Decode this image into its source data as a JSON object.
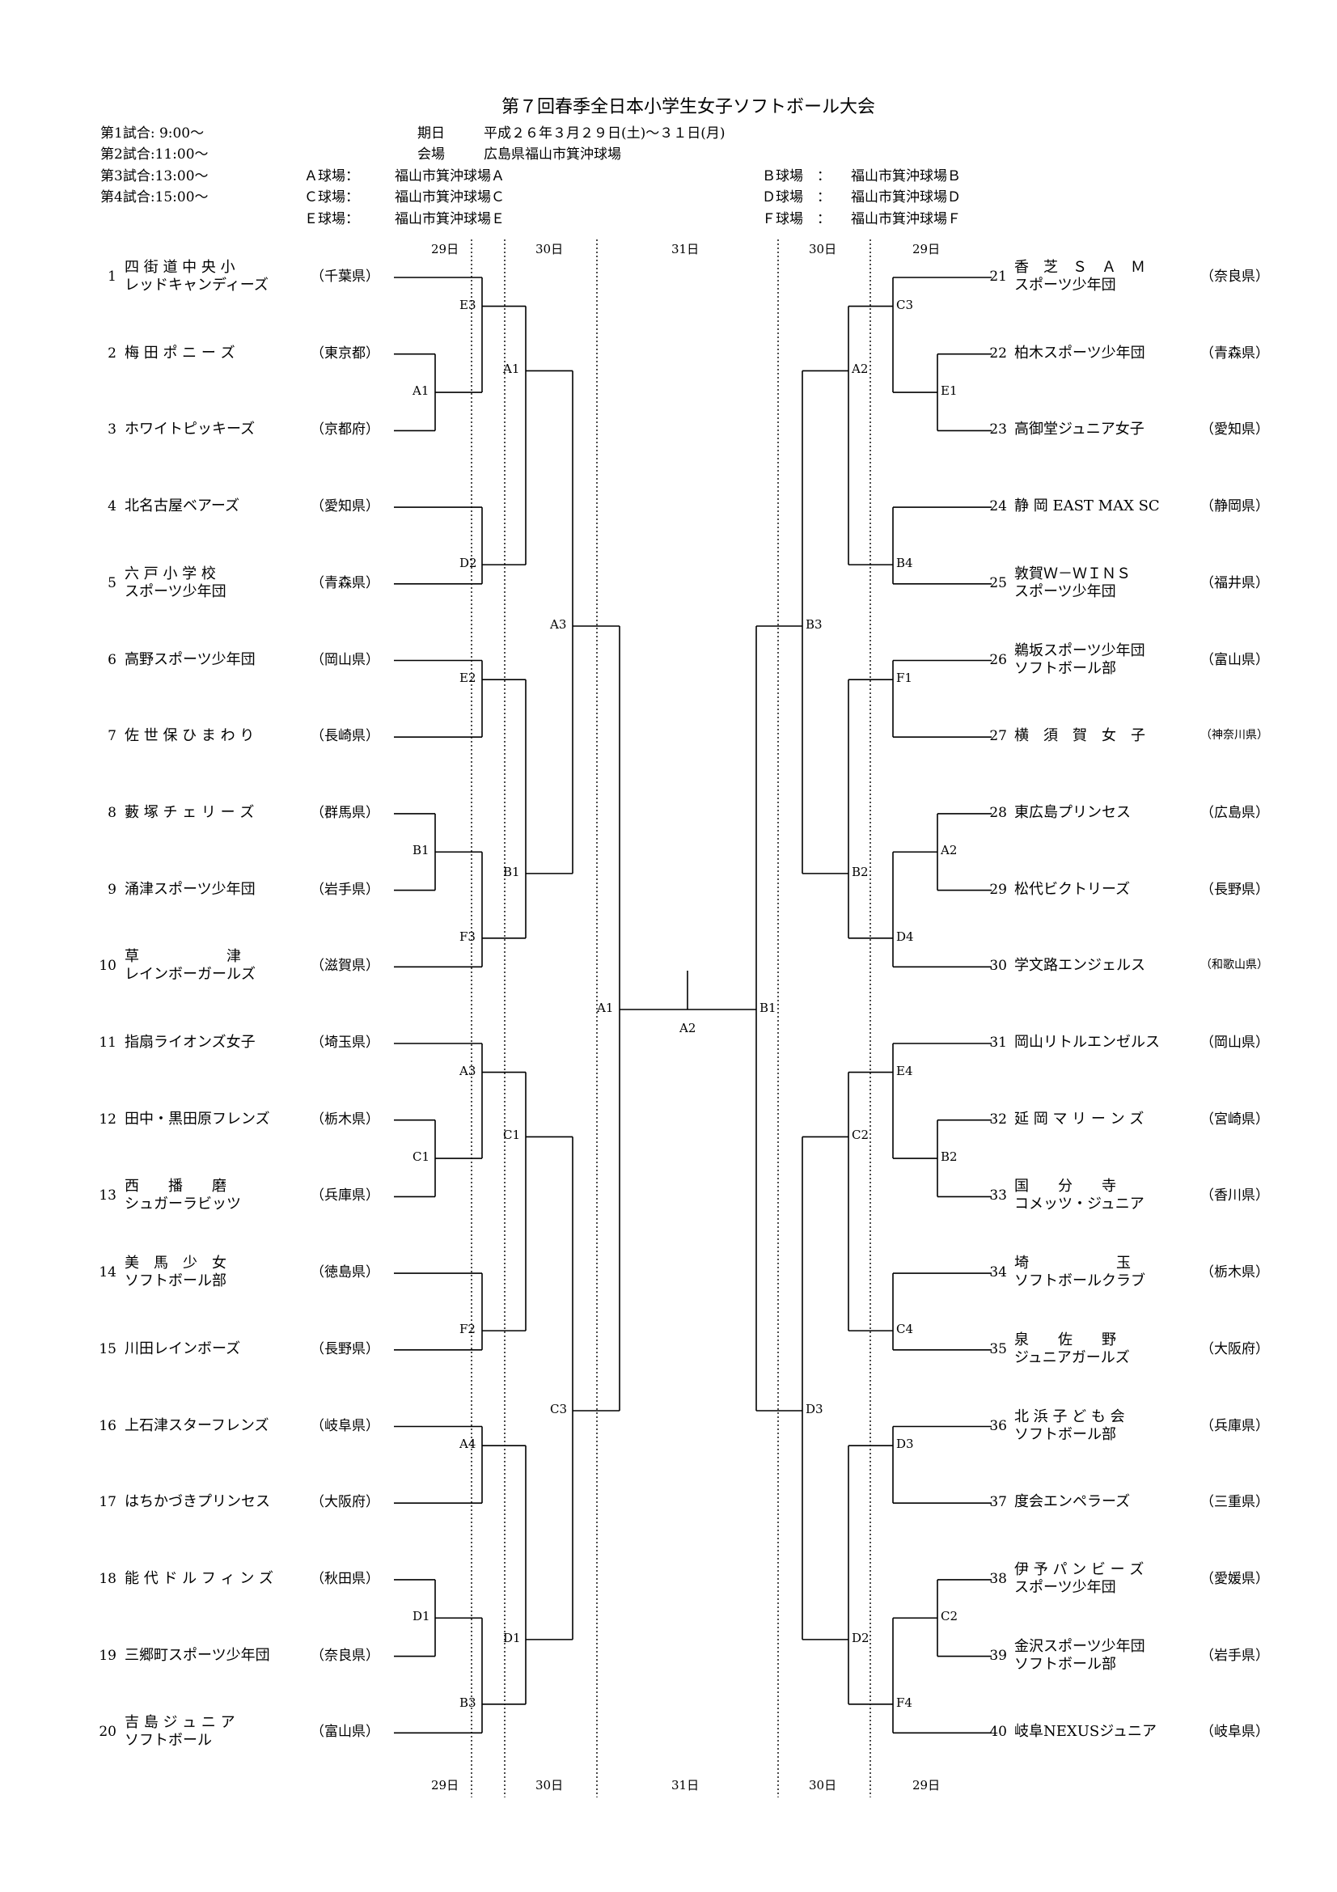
{
  "header": {
    "title": "第７回春季全日本小学生女子ソフトボール大会",
    "schedule": [
      "第1試合: 9:00～",
      "第2試合:11:00～",
      "第3試合:13:00～",
      "第4試合:15:00～"
    ],
    "date_label": "期日",
    "date_value": "平成２６年３月２９日(土)～３１日(月)",
    "venue_label": "会場",
    "venue_value": "広島県福山市箕沖球場",
    "fields": [
      {
        "label": "Ａ球場：",
        "value": "福山市箕沖球場Ａ"
      },
      {
        "label": "Ｃ球場：",
        "value": "福山市箕沖球場Ｃ"
      },
      {
        "label": "Ｅ球場：",
        "value": "福山市箕沖球場Ｅ"
      },
      {
        "label": "Ｂ球場　：",
        "value": "福山市箕沖球場Ｂ"
      },
      {
        "label": "Ｄ球場　：",
        "value": "福山市箕沖球場Ｄ"
      },
      {
        "label": "Ｆ球場　：",
        "value": "福山市箕沖球場Ｆ"
      }
    ]
  },
  "days": [
    "29日",
    "30日",
    "31日",
    "30日",
    "29日"
  ],
  "teams_left": [
    {
      "no": "1",
      "name": [
        "四 街 道 中 央 小",
        "レッドキャンディーズ"
      ],
      "pref": "（千葉県）"
    },
    {
      "no": "2",
      "name": [
        "梅 田 ポ ニ ー ズ"
      ],
      "pref": "（東京都）"
    },
    {
      "no": "3",
      "name": [
        "ホワイトピッキーズ"
      ],
      "pref": "（京都府）"
    },
    {
      "no": "4",
      "name": [
        "北名古屋ベアーズ"
      ],
      "pref": "（愛知県）"
    },
    {
      "no": "5",
      "name": [
        "六 戸 小 学 校",
        "スポーツ少年団"
      ],
      "pref": "（青森県）"
    },
    {
      "no": "6",
      "name": [
        "高野スポーツ少年団"
      ],
      "pref": "（岡山県）"
    },
    {
      "no": "7",
      "name": [
        "佐 世 保 ひ ま わ り"
      ],
      "pref": "（長崎県）"
    },
    {
      "no": "8",
      "name": [
        "藪 塚 チ ェ リ ー ズ"
      ],
      "pref": "（群馬県）"
    },
    {
      "no": "9",
      "name": [
        "涌津スポーツ少年団"
      ],
      "pref": "（岩手県）"
    },
    {
      "no": "10",
      "name": [
        "草　　　　　　津",
        "レインボーガールズ"
      ],
      "pref": "（滋賀県）"
    },
    {
      "no": "11",
      "name": [
        "指扇ライオンズ女子"
      ],
      "pref": "（埼玉県）"
    },
    {
      "no": "12",
      "name": [
        "田中・黒田原フレンズ"
      ],
      "pref": "（栃木県）"
    },
    {
      "no": "13",
      "name": [
        "西　　播　　磨",
        "シュガーラビッツ"
      ],
      "pref": "（兵庫県）"
    },
    {
      "no": "14",
      "name": [
        "美　馬　少　女",
        "ソフトボール部"
      ],
      "pref": "（徳島県）"
    },
    {
      "no": "15",
      "name": [
        "川田レインボーズ"
      ],
      "pref": "（長野県）"
    },
    {
      "no": "16",
      "name": [
        "上石津スターフレンズ"
      ],
      "pref": "（岐阜県）"
    },
    {
      "no": "17",
      "name": [
        "はちかづきプリンセス"
      ],
      "pref": "（大阪府）"
    },
    {
      "no": "18",
      "name": [
        "能 代 ド ル フ ィ ン ズ"
      ],
      "pref": "（秋田県）"
    },
    {
      "no": "19",
      "name": [
        "三郷町スポーツ少年団"
      ],
      "pref": "（奈良県）"
    },
    {
      "no": "20",
      "name": [
        "吉 島 ジ ュ ニ ア",
        "ソフトボール"
      ],
      "pref": "（富山県）"
    }
  ],
  "teams_right": [
    {
      "no": "21",
      "name": [
        "香　芝　Ｓ　Ａ　Ｍ",
        "スポーツ少年団"
      ],
      "pref": "（奈良県）"
    },
    {
      "no": "22",
      "name": [
        "柏木スポーツ少年団"
      ],
      "pref": "（青森県）"
    },
    {
      "no": "23",
      "name": [
        "高御堂ジュニア女子"
      ],
      "pref": "（愛知県）"
    },
    {
      "no": "24",
      "name": [
        "静 岡 EAST MAX SC"
      ],
      "pref": "（静岡県）"
    },
    {
      "no": "25",
      "name": [
        "敦賀Ｗ－ＷＩＮＳ",
        "スポーツ少年団"
      ],
      "pref": "（福井県）"
    },
    {
      "no": "26",
      "name": [
        "鵜坂スポーツ少年団",
        "ソフトボール部"
      ],
      "pref": "（富山県）"
    },
    {
      "no": "27",
      "name": [
        "横　須　賀　女　子"
      ],
      "pref": "（神奈川県）"
    },
    {
      "no": "28",
      "name": [
        "東広島プリンセス"
      ],
      "pref": "（広島県）"
    },
    {
      "no": "29",
      "name": [
        "松代ビクトリーズ"
      ],
      "pref": "（長野県）"
    },
    {
      "no": "30",
      "name": [
        "学文路エンジェルス"
      ],
      "pref": "（和歌山県）"
    },
    {
      "no": "31",
      "name": [
        "岡山リトルエンゼルス"
      ],
      "pref": "（岡山県）"
    },
    {
      "no": "32",
      "name": [
        "延 岡 マ リ ー ン ズ"
      ],
      "pref": "（宮崎県）"
    },
    {
      "no": "33",
      "name": [
        "国　　分　　寺",
        "コメッツ・ジュニア"
      ],
      "pref": "（香川県）"
    },
    {
      "no": "34",
      "name": [
        "埼　　　　　　玉",
        "ソフトボールクラブ"
      ],
      "pref": "（栃木県）"
    },
    {
      "no": "35",
      "name": [
        "泉　　佐　　野",
        "ジュニアガールズ"
      ],
      "pref": "（大阪府）"
    },
    {
      "no": "36",
      "name": [
        "北 浜 子 ど も 会",
        "ソフトボール部"
      ],
      "pref": "（兵庫県）"
    },
    {
      "no": "37",
      "name": [
        "度会エンペラーズ"
      ],
      "pref": "（三重県）"
    },
    {
      "no": "38",
      "name": [
        "伊 予 パ ン ビ ー ズ",
        "スポーツ少年団"
      ],
      "pref": "（愛媛県）"
    },
    {
      "no": "39",
      "name": [
        "金沢スポーツ少年団",
        "ソフトボール部"
      ],
      "pref": "（岩手県）"
    },
    {
      "no": "40",
      "name": [
        "岐阜NEXUSジュニア"
      ],
      "pref": "（岐阜県）"
    }
  ],
  "match_codes_left": {
    "r1": [
      "A1",
      "B1",
      "C1",
      "D1"
    ],
    "r2": [
      "E3",
      "D2",
      "E2",
      "F3",
      "A3",
      "F2",
      "A4",
      "B3"
    ],
    "r3": [
      "A1",
      "B1",
      "C1",
      "D1"
    ],
    "r4": [
      "A3",
      "C3"
    ],
    "semi": "A1"
  },
  "match_codes_right": {
    "r1": [
      "E1",
      "A2",
      "B2",
      "C2"
    ],
    "r2": [
      "C3",
      "B4",
      "F1",
      "D4",
      "E4",
      "C4",
      "D3",
      "F4"
    ],
    "r3": [
      "A2",
      "B2",
      "C2",
      "D2"
    ],
    "r4": [
      "B3",
      "D3"
    ],
    "semi": "B1"
  },
  "final_code": "A2"
}
